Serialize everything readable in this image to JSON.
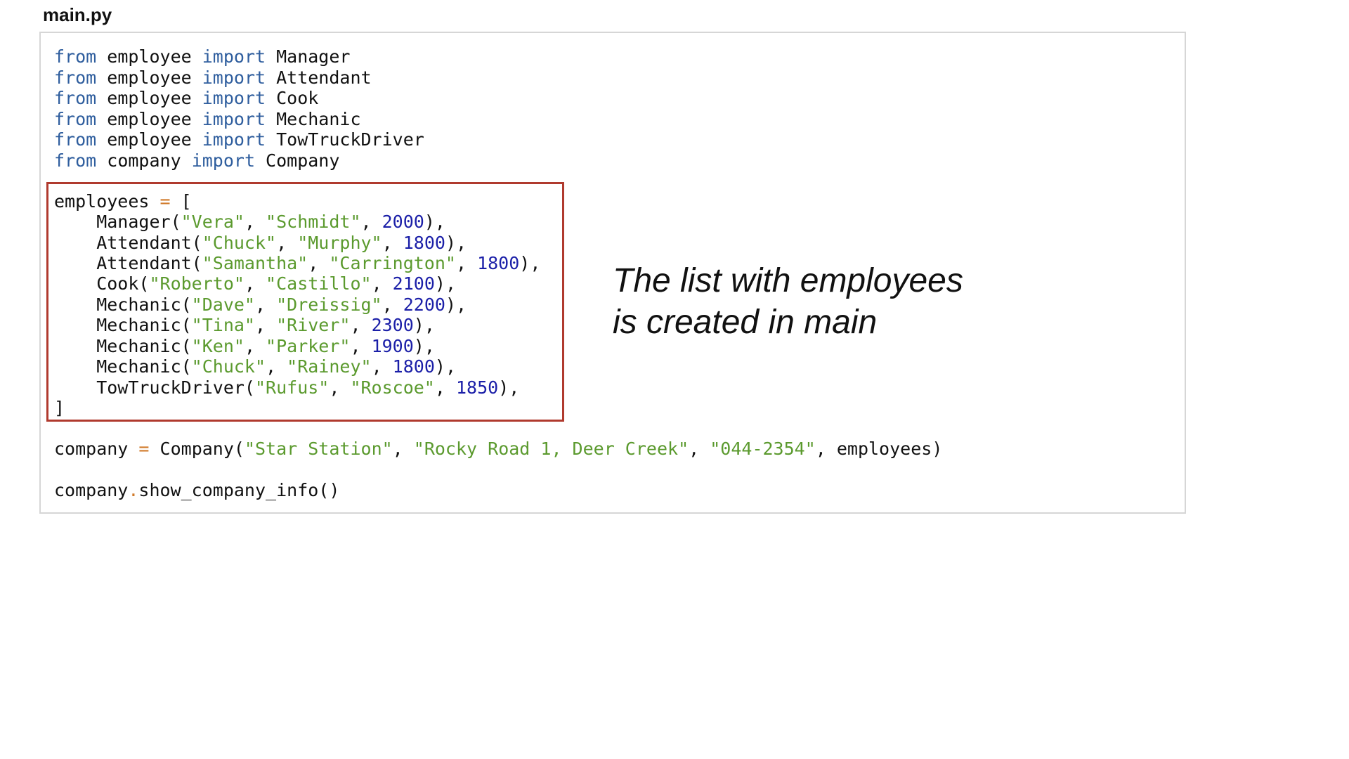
{
  "file": {
    "name": "main.py"
  },
  "code": {
    "lines": [
      [
        [
          "kw",
          "from"
        ],
        [
          "txt",
          " employee "
        ],
        [
          "kw",
          "import"
        ],
        [
          "txt",
          " Manager"
        ]
      ],
      [
        [
          "kw",
          "from"
        ],
        [
          "txt",
          " employee "
        ],
        [
          "kw",
          "import"
        ],
        [
          "txt",
          " Attendant"
        ]
      ],
      [
        [
          "kw",
          "from"
        ],
        [
          "txt",
          " employee "
        ],
        [
          "kw",
          "import"
        ],
        [
          "txt",
          " Cook"
        ]
      ],
      [
        [
          "kw",
          "from"
        ],
        [
          "txt",
          " employee "
        ],
        [
          "kw",
          "import"
        ],
        [
          "txt",
          " Mechanic"
        ]
      ],
      [
        [
          "kw",
          "from"
        ],
        [
          "txt",
          " employee "
        ],
        [
          "kw",
          "import"
        ],
        [
          "txt",
          " TowTruckDriver"
        ]
      ],
      [
        [
          "kw",
          "from"
        ],
        [
          "txt",
          " company "
        ],
        [
          "kw",
          "import"
        ],
        [
          "txt",
          " Company"
        ]
      ],
      [
        [
          "txt",
          "employees "
        ],
        [
          "op",
          "="
        ],
        [
          "txt",
          " ["
        ]
      ],
      [
        [
          "txt",
          "    Manager("
        ],
        [
          "str",
          "\"Vera\""
        ],
        [
          "txt",
          ", "
        ],
        [
          "str",
          "\"Schmidt\""
        ],
        [
          "txt",
          ", "
        ],
        [
          "num",
          "2000"
        ],
        [
          "txt",
          "),"
        ]
      ],
      [
        [
          "txt",
          "    Attendant("
        ],
        [
          "str",
          "\"Chuck\""
        ],
        [
          "txt",
          ", "
        ],
        [
          "str",
          "\"Murphy\""
        ],
        [
          "txt",
          ", "
        ],
        [
          "num",
          "1800"
        ],
        [
          "txt",
          "),"
        ]
      ],
      [
        [
          "txt",
          "    Attendant("
        ],
        [
          "str",
          "\"Samantha\""
        ],
        [
          "txt",
          ", "
        ],
        [
          "str",
          "\"Carrington\""
        ],
        [
          "txt",
          ", "
        ],
        [
          "num",
          "1800"
        ],
        [
          "txt",
          "),"
        ]
      ],
      [
        [
          "txt",
          "    Cook("
        ],
        [
          "str",
          "\"Roberto\""
        ],
        [
          "txt",
          ", "
        ],
        [
          "str",
          "\"Castillo\""
        ],
        [
          "txt",
          ", "
        ],
        [
          "num",
          "2100"
        ],
        [
          "txt",
          "),"
        ]
      ],
      [
        [
          "txt",
          "    Mechanic("
        ],
        [
          "str",
          "\"Dave\""
        ],
        [
          "txt",
          ", "
        ],
        [
          "str",
          "\"Dreissig\""
        ],
        [
          "txt",
          ", "
        ],
        [
          "num",
          "2200"
        ],
        [
          "txt",
          "),"
        ]
      ],
      [
        [
          "txt",
          "    Mechanic("
        ],
        [
          "str",
          "\"Tina\""
        ],
        [
          "txt",
          ", "
        ],
        [
          "str",
          "\"River\""
        ],
        [
          "txt",
          ", "
        ],
        [
          "num",
          "2300"
        ],
        [
          "txt",
          "),"
        ]
      ],
      [
        [
          "txt",
          "    Mechanic("
        ],
        [
          "str",
          "\"Ken\""
        ],
        [
          "txt",
          ", "
        ],
        [
          "str",
          "\"Parker\""
        ],
        [
          "txt",
          ", "
        ],
        [
          "num",
          "1900"
        ],
        [
          "txt",
          "),"
        ]
      ],
      [
        [
          "txt",
          "    Mechanic("
        ],
        [
          "str",
          "\"Chuck\""
        ],
        [
          "txt",
          ", "
        ],
        [
          "str",
          "\"Rainey\""
        ],
        [
          "txt",
          ", "
        ],
        [
          "num",
          "1800"
        ],
        [
          "txt",
          "),"
        ]
      ],
      [
        [
          "txt",
          "    TowTruckDriver("
        ],
        [
          "str",
          "\"Rufus\""
        ],
        [
          "txt",
          ", "
        ],
        [
          "str",
          "\"Roscoe\""
        ],
        [
          "txt",
          ", "
        ],
        [
          "num",
          "1850"
        ],
        [
          "txt",
          "),"
        ]
      ],
      [
        [
          "txt",
          "]"
        ]
      ],
      [
        [
          "txt",
          "company "
        ],
        [
          "op",
          "="
        ],
        [
          "txt",
          " Company("
        ],
        [
          "str",
          "\"Star Station\""
        ],
        [
          "txt",
          ", "
        ],
        [
          "str",
          "\"Rocky Road 1, Deer Creek\""
        ],
        [
          "txt",
          ", "
        ],
        [
          "str",
          "\"044-2354\""
        ],
        [
          "txt",
          ", employees)"
        ]
      ],
      [
        [
          "txt",
          "company"
        ],
        [
          "op",
          "."
        ],
        [
          "txt",
          "show_company_info()"
        ]
      ]
    ]
  },
  "annotation": {
    "line1": "The list with employees",
    "line2": "is created in main"
  },
  "colors": {
    "keyword": "#2f5e9e",
    "string": "#5b9a2e",
    "number": "#1b1fa8",
    "operator": "#d07a2a",
    "highlight_border": "#b03a2e"
  }
}
